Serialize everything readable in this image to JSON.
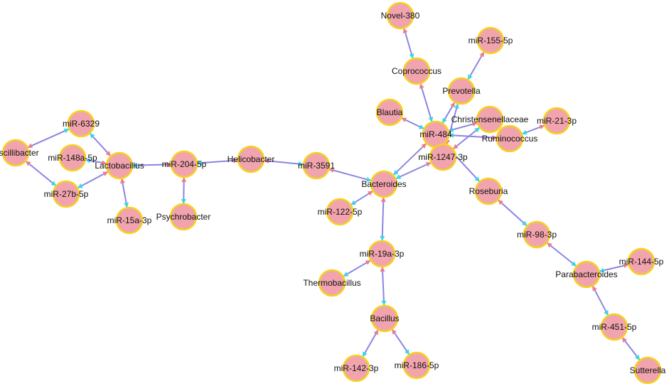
{
  "colors": {
    "node_fill": "#f2a4ae",
    "node_stroke": "#f5d31c",
    "edge": "#8b86e0",
    "endpoint_pink": "#f07a8c",
    "endpoint_cyan": "#35d8e8"
  },
  "nodes": [
    {
      "id": "novel380",
      "label": "Novel-380"
    },
    {
      "id": "mir155",
      "label": "miR-155-5p"
    },
    {
      "id": "coprococcus",
      "label": "Coprococcus"
    },
    {
      "id": "prevotella",
      "label": "Prevotella"
    },
    {
      "id": "blautia",
      "label": "Blautia"
    },
    {
      "id": "christensenellaceae",
      "label": "Christensenellaceae"
    },
    {
      "id": "mir21",
      "label": "miR-21-3p"
    },
    {
      "id": "mir484",
      "label": "miR-484"
    },
    {
      "id": "ruminococcus",
      "label": "Ruminococcus"
    },
    {
      "id": "mir1247",
      "label": "miR-1247-3p"
    },
    {
      "id": "mir6329",
      "label": "miR-6329"
    },
    {
      "id": "oscillibacter",
      "label": "Oscillibacter"
    },
    {
      "id": "mir148a",
      "label": "miR-148a-5p"
    },
    {
      "id": "lactobacillus",
      "label": "Lactobacillus"
    },
    {
      "id": "mir204",
      "label": "miR-204-5p"
    },
    {
      "id": "helicobacter",
      "label": "Helicobacter"
    },
    {
      "id": "mir3591",
      "label": "miR-3591"
    },
    {
      "id": "bacteroides",
      "label": "Bacteroides"
    },
    {
      "id": "mir27b",
      "label": "miR-27b-5p"
    },
    {
      "id": "mir15a",
      "label": "miR-15a-3p"
    },
    {
      "id": "psychrobacter",
      "label": "Psychrobacter"
    },
    {
      "id": "roseburia",
      "label": "Roseburia"
    },
    {
      "id": "mir122",
      "label": "miR-122-5p"
    },
    {
      "id": "mir98",
      "label": "miR-98-3p"
    },
    {
      "id": "mir19a",
      "label": "miR-19a-3p"
    },
    {
      "id": "mir144",
      "label": "miR-144-5p"
    },
    {
      "id": "thermobacillus",
      "label": "Thermobacillus"
    },
    {
      "id": "parabacteroides",
      "label": "Parabacteroides"
    },
    {
      "id": "bacillus",
      "label": "Bacillus"
    },
    {
      "id": "mir451",
      "label": "miR-451-5p"
    },
    {
      "id": "mir142",
      "label": "miR-142-3p"
    },
    {
      "id": "mir186",
      "label": "miR-186-5p"
    },
    {
      "id": "sutterella",
      "label": "Sutterella"
    }
  ],
  "edges": [
    {
      "source": "novel380",
      "target": "coprococcus"
    },
    {
      "source": "coprococcus",
      "target": "mir484"
    },
    {
      "source": "mir155",
      "target": "prevotella"
    },
    {
      "source": "prevotella",
      "target": "mir484"
    },
    {
      "source": "blautia",
      "target": "mir484"
    },
    {
      "source": "christensenellaceae",
      "target": "mir484"
    },
    {
      "source": "mir21",
      "target": "ruminococcus"
    },
    {
      "source": "ruminococcus",
      "target": "mir484"
    },
    {
      "source": "mir484",
      "target": "bacteroides"
    },
    {
      "source": "mir1247",
      "target": "bacteroides"
    },
    {
      "source": "mir1247",
      "target": "prevotella"
    },
    {
      "source": "mir1247",
      "target": "christensenellaceae"
    },
    {
      "source": "mir484",
      "target": "roseburia"
    },
    {
      "source": "roseburia",
      "target": "mir98"
    },
    {
      "source": "mir98",
      "target": "parabacteroides"
    },
    {
      "source": "mir144",
      "target": "parabacteroides"
    },
    {
      "source": "parabacteroides",
      "target": "mir451"
    },
    {
      "source": "mir451",
      "target": "sutterella"
    },
    {
      "source": "mir3591",
      "target": "bacteroides"
    },
    {
      "source": "helicobacter",
      "target": "mir3591"
    },
    {
      "source": "helicobacter",
      "target": "mir204"
    },
    {
      "source": "bacteroides",
      "target": "mir122"
    },
    {
      "source": "bacteroides",
      "target": "mir19a"
    },
    {
      "source": "mir19a",
      "target": "thermobacillus"
    },
    {
      "source": "mir19a",
      "target": "bacillus"
    },
    {
      "source": "bacillus",
      "target": "mir142"
    },
    {
      "source": "bacillus",
      "target": "mir186"
    },
    {
      "source": "mir204",
      "target": "lactobacillus"
    },
    {
      "source": "mir204",
      "target": "psychrobacter"
    },
    {
      "source": "lactobacillus",
      "target": "mir6329"
    },
    {
      "source": "lactobacillus",
      "target": "mir148a"
    },
    {
      "source": "lactobacillus",
      "target": "mir27b"
    },
    {
      "source": "lactobacillus",
      "target": "mir15a"
    },
    {
      "source": "oscillibacter",
      "target": "mir6329"
    },
    {
      "source": "oscillibacter",
      "target": "mir27b"
    }
  ]
}
